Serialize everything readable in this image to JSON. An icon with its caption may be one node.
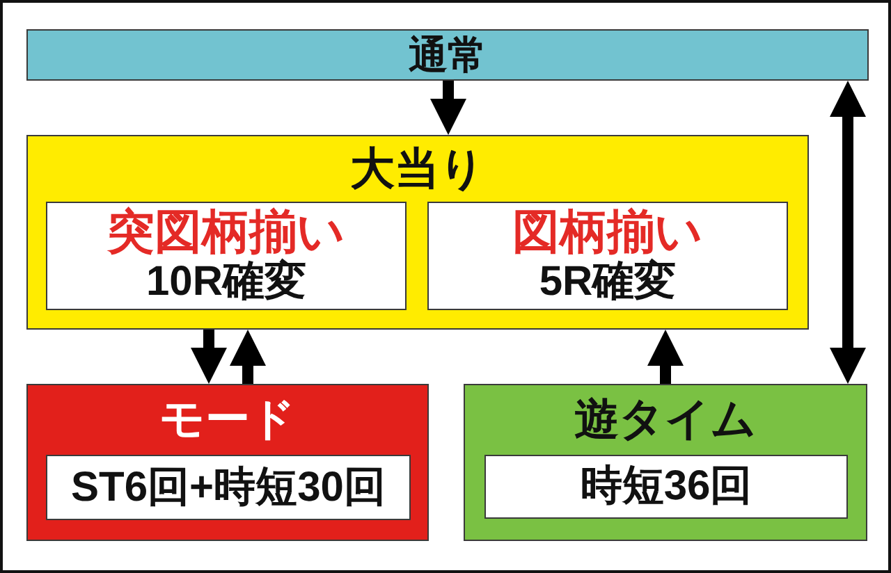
{
  "diagram": {
    "nodes": [
      {
        "text": [
          "通常"
        ]
      },
      {
        "text": [
          "大当り"
        ]
      },
      {
        "text": [
          "突図柄揃い",
          "10R確変"
        ],
        "in": 1
      },
      {
        "text": [
          "図柄揃い",
          "5R確変"
        ],
        "in": 1
      },
      {
        "text": [
          "モード"
        ]
      },
      {
        "text": [
          "ST6回+時短30回"
        ],
        "in": 4
      },
      {
        "text": [
          "遊タイム"
        ]
      },
      {
        "text": [
          "時短36回"
        ],
        "in": 6
      }
    ],
    "edges": [
      {
        "from": 0,
        "to": 1,
        "arrow": "to"
      },
      {
        "from": 1,
        "to": 4,
        "arrow": "to"
      },
      {
        "from": 4,
        "to": 1,
        "arrow": "to"
      },
      {
        "from": 6,
        "to": 1,
        "arrow": "to"
      },
      {
        "from": 0,
        "to": 6,
        "arrow": "both"
      }
    ]
  }
}
